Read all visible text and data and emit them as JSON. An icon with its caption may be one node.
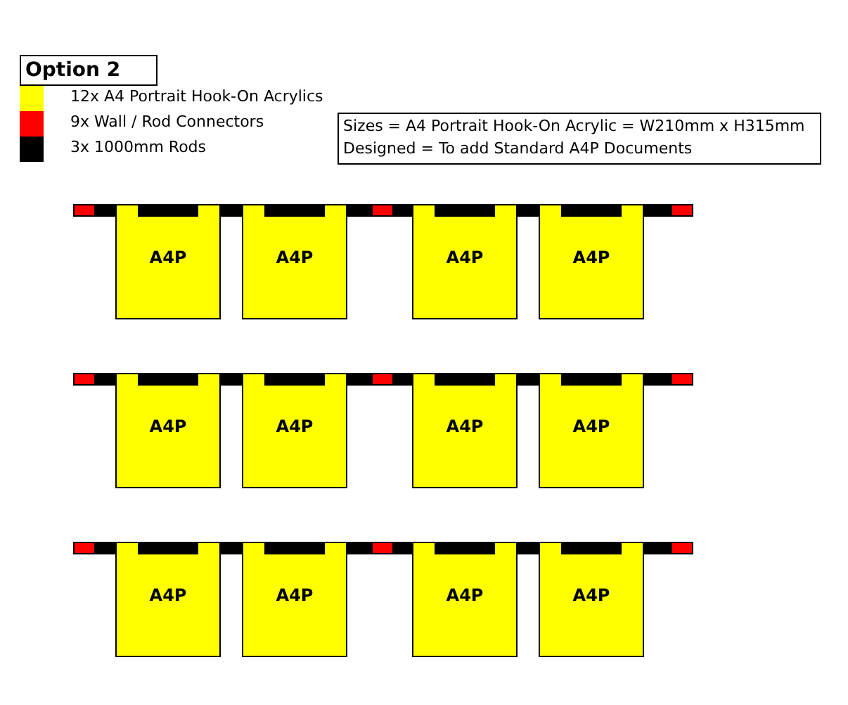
{
  "diagram": {
    "title": "Option 2",
    "nodes": [
      {
        "text": [
          "Sizes = A4 Portrait Hook-On Acrylic = W210mm x H315mm",
          "Designed = To add Standard A4P Documents"
        ]
      },
      {
        "text": [
          "A4P"
        ]
      },
      {
        "text": [
          "A4P"
        ]
      },
      {
        "text": [
          "A4P"
        ]
      },
      {
        "text": [
          "A4P"
        ]
      },
      {
        "text": [
          "A4P"
        ]
      },
      {
        "text": [
          "A4P"
        ]
      },
      {
        "text": [
          "A4P"
        ]
      },
      {
        "text": [
          "A4P"
        ]
      },
      {
        "text": [
          "A4P"
        ]
      },
      {
        "text": [
          "A4P"
        ]
      },
      {
        "text": [
          "A4P"
        ]
      },
      {
        "text": [
          "A4P"
        ]
      }
    ],
    "legend": [
      {
        "text": "12x A4 Portrait Hook-On Acrylics",
        "color": "#ffff00"
      },
      {
        "text": "9x Wall / Rod Connectors",
        "color": "#ff0000"
      },
      {
        "text": "3x 1000mm Rods",
        "color": "#000000"
      }
    ]
  }
}
